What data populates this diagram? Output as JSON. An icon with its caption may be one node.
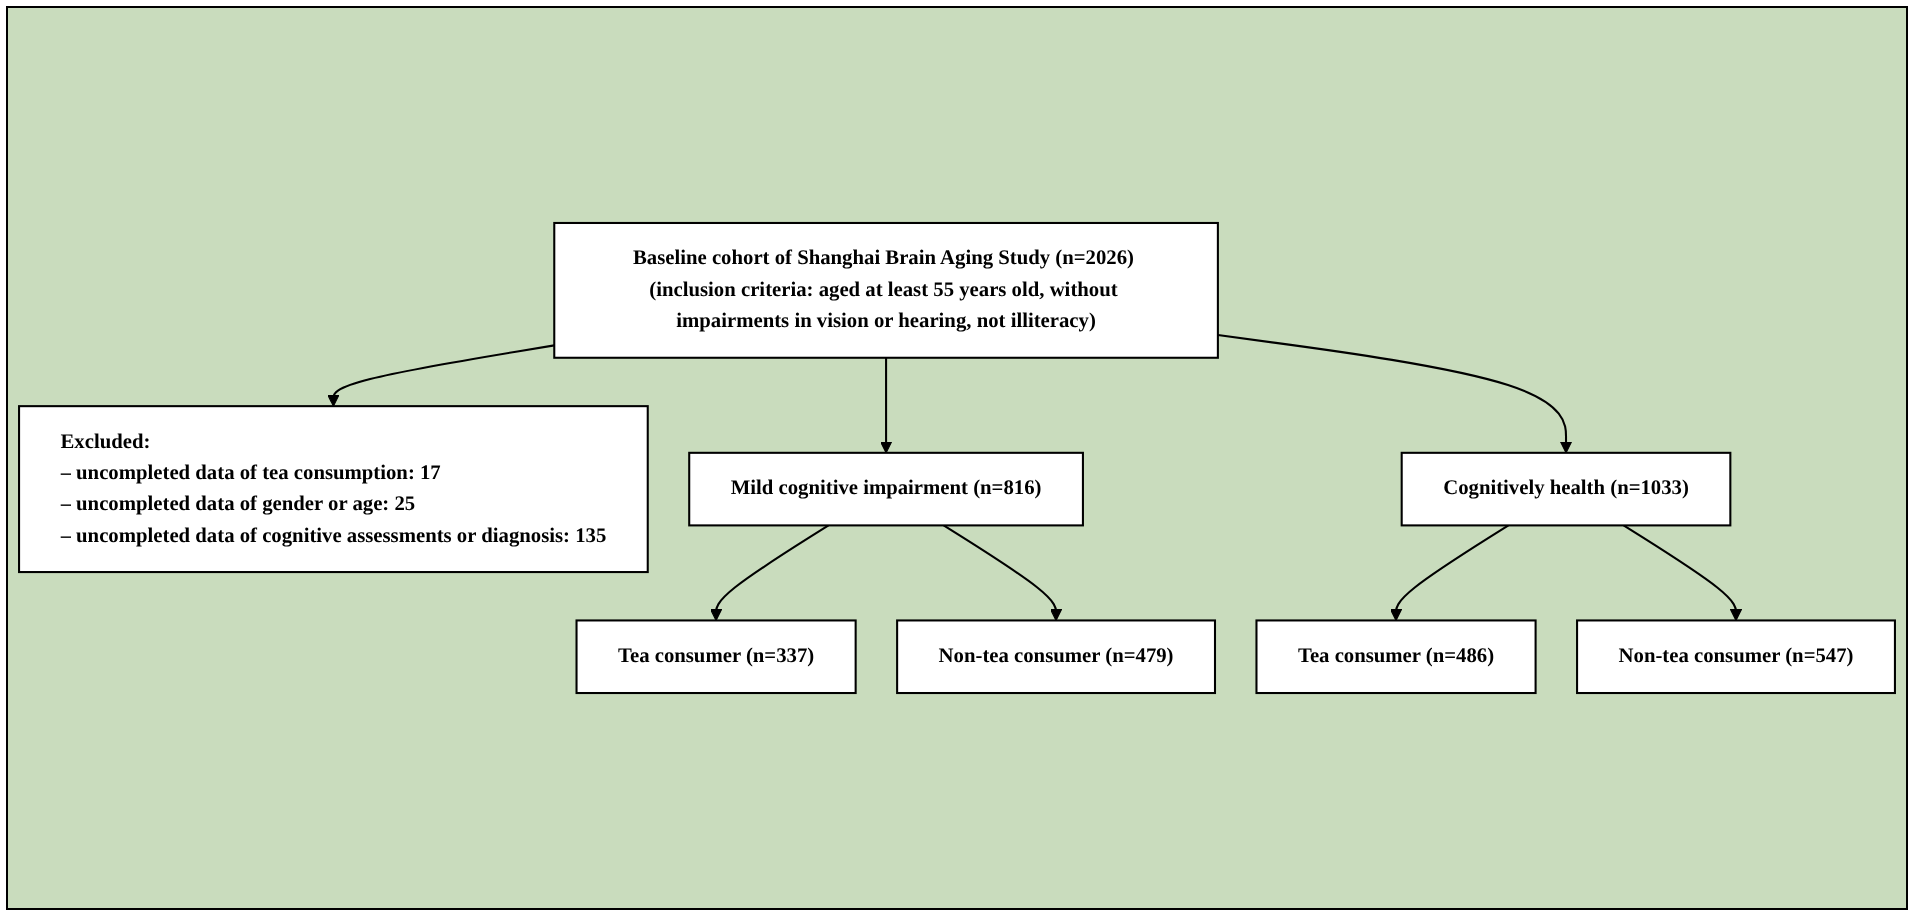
{
  "diagram": {
    "nodes": [
      {
        "text": [
          "Baseline cohort of Shanghai Brain Aging Study (n=2026) (inclusion criteria: aged at least 55 years old, without impairments in vision or hearing, not illiteracy)"
        ]
      },
      {
        "text": [
          "Excluded:",
          "– uncompleted data of tea consumption: 17",
          "– uncompleted data of gender or age: 25",
          "– uncompleted data of cognitive assessments or diagnosis: 135"
        ]
      },
      {
        "text": [
          "Mild cognitive impairment (n=816)"
        ]
      },
      {
        "text": [
          "Cognitively health (n=1033)"
        ]
      },
      {
        "text": [
          "Tea consumer (n=337)"
        ]
      },
      {
        "text": [
          "Non-tea consumer (n=479)"
        ]
      },
      {
        "text": [
          "Tea consumer (n=486)"
        ]
      },
      {
        "text": [
          "Non-tea consumer (n=547)"
        ]
      }
    ],
    "edges": [
      {
        "from": 0,
        "to": 1,
        "arrow": "to"
      },
      {
        "from": 0,
        "to": 2,
        "arrow": "to"
      },
      {
        "from": 0,
        "to": 3,
        "arrow": "to"
      },
      {
        "from": 2,
        "to": 4,
        "arrow": "to"
      },
      {
        "from": 2,
        "to": 5,
        "arrow": "to"
      },
      {
        "from": 3,
        "to": 6,
        "arrow": "to"
      },
      {
        "from": 3,
        "to": 7,
        "arrow": "to"
      }
    ]
  }
}
